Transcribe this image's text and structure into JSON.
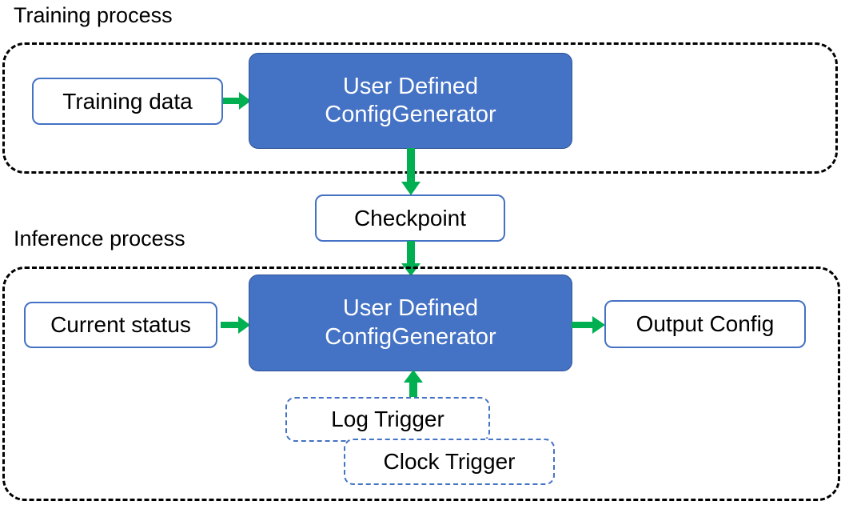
{
  "diagram": {
    "title_training": "Training process",
    "title_inference": "Inference process",
    "colors": {
      "primary_fill": "#4472C4",
      "primary_border": "#2F5597",
      "node_border": "#4472C4",
      "arrow_green": "#00B050",
      "container_border": "#000000",
      "text_dark": "#000000",
      "text_light": "#FFFFFF"
    }
  },
  "training": {
    "label": "Training process",
    "nodes": {
      "training_data": "Training data",
      "generator_line1": "User Defined",
      "generator_line2": "ConfigGenerator"
    }
  },
  "checkpoint": {
    "label": "Checkpoint"
  },
  "inference": {
    "label": "Inference process",
    "nodes": {
      "current_status": "Current status",
      "generator_line1": "User Defined",
      "generator_line2": "ConfigGenerator",
      "output_config": "Output Config",
      "log_trigger": "Log Trigger",
      "clock_trigger": "Clock Trigger"
    }
  },
  "arrows": [
    {
      "name": "training-data-to-generator",
      "direction": "right"
    },
    {
      "name": "training-generator-to-checkpoint",
      "direction": "down"
    },
    {
      "name": "checkpoint-to-inference-generator",
      "direction": "down"
    },
    {
      "name": "current-status-to-generator",
      "direction": "right"
    },
    {
      "name": "generator-to-output-config",
      "direction": "right"
    },
    {
      "name": "triggers-to-generator",
      "direction": "up"
    }
  ]
}
